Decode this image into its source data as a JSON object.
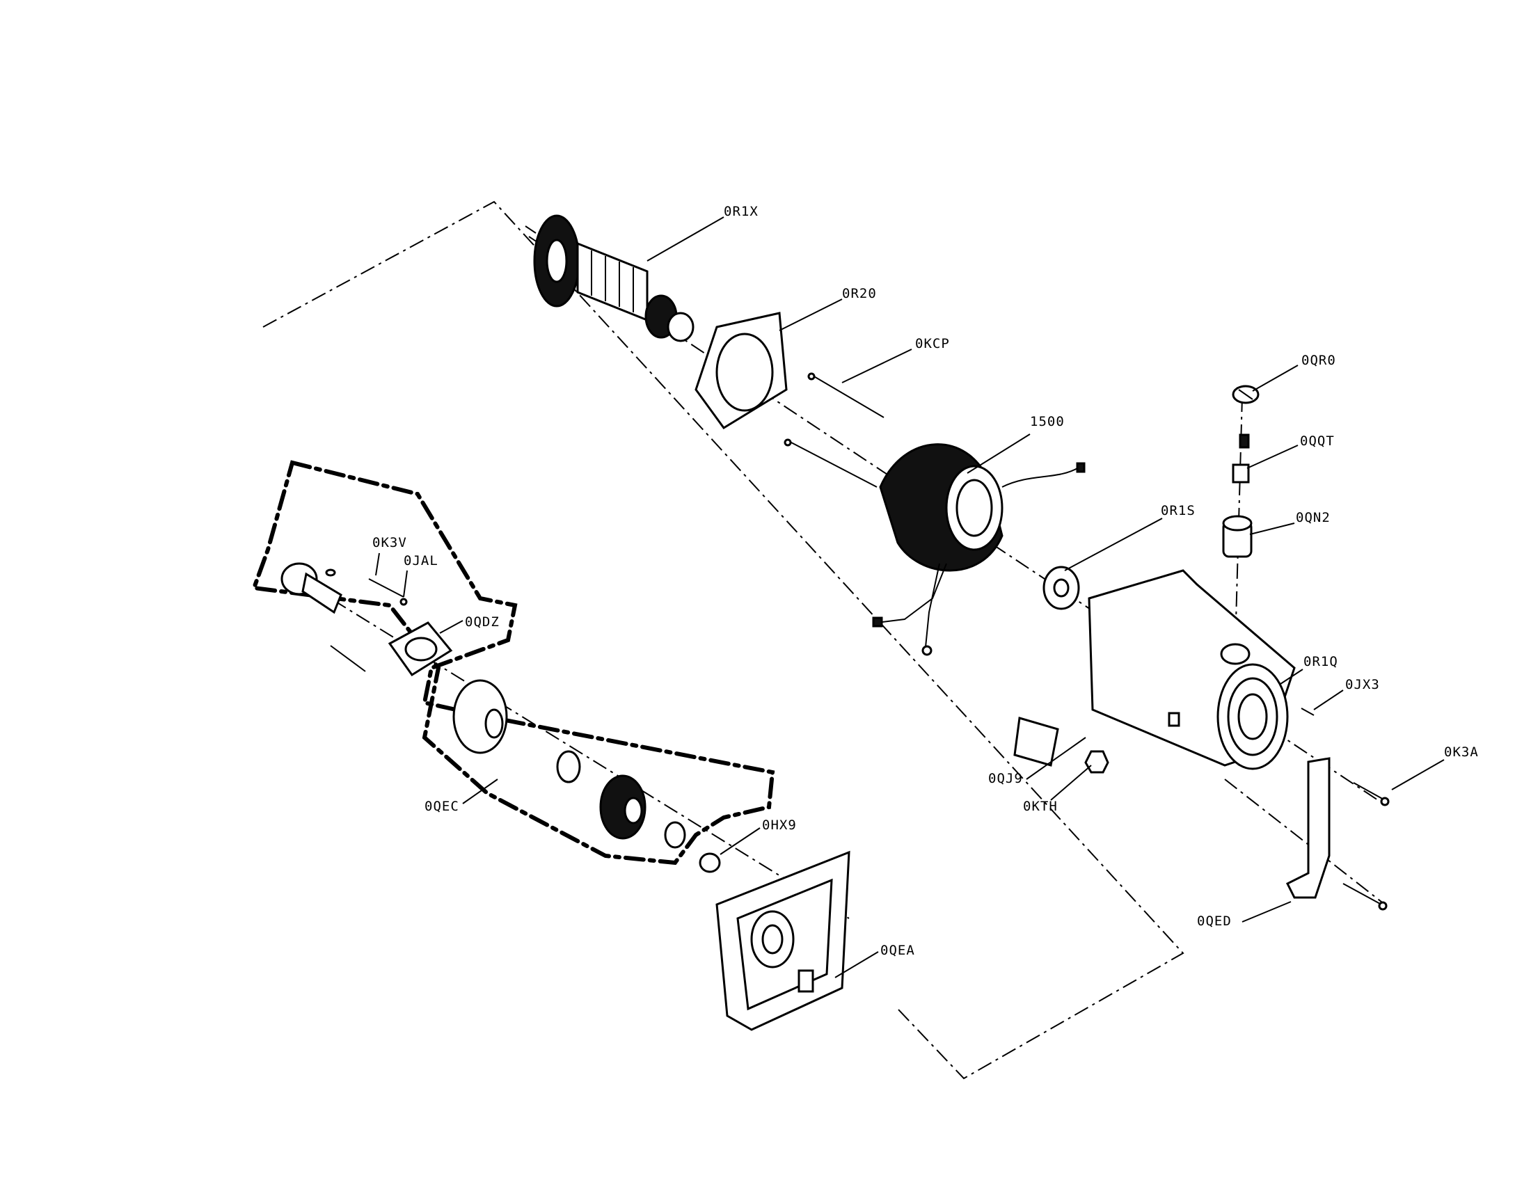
{
  "callouts": {
    "armature": "0R1X",
    "baffle": "0R20",
    "through_bolt": "0KCP",
    "field": "1500",
    "bearing_rear": "0R1S",
    "brush_cap": "0QR0",
    "brush": "0QQT",
    "brush_holder": "0QN2",
    "motor_housing": "0R1Q",
    "screw_a": "0JX3",
    "screw_b": "0K3A",
    "nameplate": "0QJ9",
    "nut": "0KTH",
    "bracket": "0QED",
    "screw_left": "0K3V",
    "washer_left": "0JAL",
    "gasket": "0QDZ",
    "gear_assembly": "0QEC",
    "needle_bearing": "0HX9",
    "gear_case": "0QEA"
  }
}
